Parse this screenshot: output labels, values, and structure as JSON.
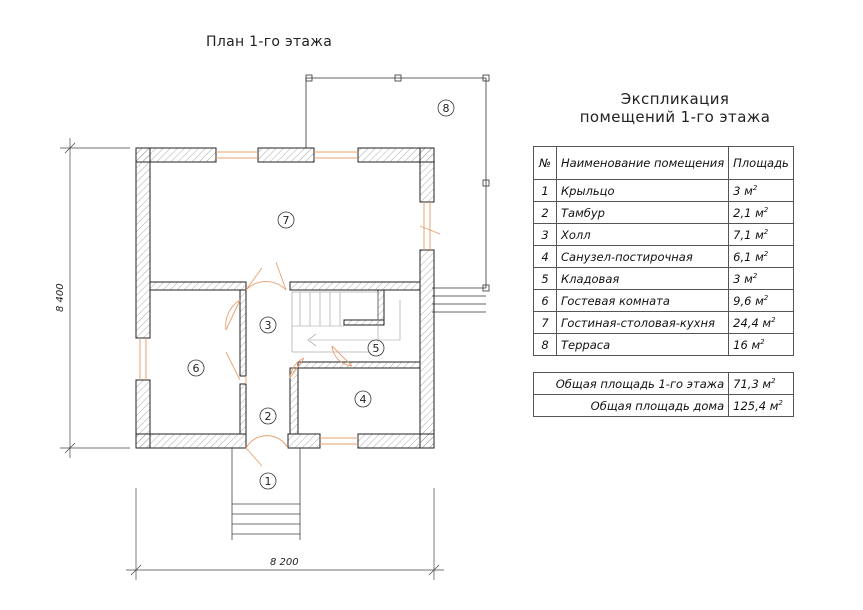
{
  "plan": {
    "title": "План 1-го этажа",
    "dim_width": "8 200",
    "dim_height": "8 400",
    "room_markers": [
      "1",
      "2",
      "3",
      "4",
      "5",
      "6",
      "7",
      "8"
    ]
  },
  "explication": {
    "title_line1": "Экспликация",
    "title_line2": "помещений 1-го этажа",
    "headers": {
      "num": "№",
      "name": "Наименование помещения",
      "area": "Площадь"
    },
    "rows": [
      {
        "num": "1",
        "name": "Крыльцо",
        "area": "3 м",
        "unit_sup": "2"
      },
      {
        "num": "2",
        "name": "Тамбур",
        "area": "2,1 м",
        "unit_sup": "2"
      },
      {
        "num": "3",
        "name": "Холл",
        "area": "7,1 м",
        "unit_sup": "2"
      },
      {
        "num": "4",
        "name": "Санузел-постирочная",
        "area": "6,1 м",
        "unit_sup": "2"
      },
      {
        "num": "5",
        "name": "Кладовая",
        "area": "3 м",
        "unit_sup": "2"
      },
      {
        "num": "6",
        "name": "Гостевая комната",
        "area": "9,6 м",
        "unit_sup": "2"
      },
      {
        "num": "7",
        "name": "Гостиная-столовая-кухня",
        "area": "24,4 м",
        "unit_sup": "2"
      },
      {
        "num": "8",
        "name": "Терраса",
        "area": "16 м",
        "unit_sup": "2"
      }
    ],
    "total_floor_label": "Общая площадь 1-го этажа",
    "total_floor_value": "71,3 м",
    "total_house_label": "Общая площадь дома",
    "total_house_value": "125,4 м",
    "unit_sup": "2"
  },
  "colors": {
    "line": "#222222",
    "hatch": "#777777",
    "window": "#e8a070",
    "door": "#e8a070",
    "dim": "#444444"
  }
}
